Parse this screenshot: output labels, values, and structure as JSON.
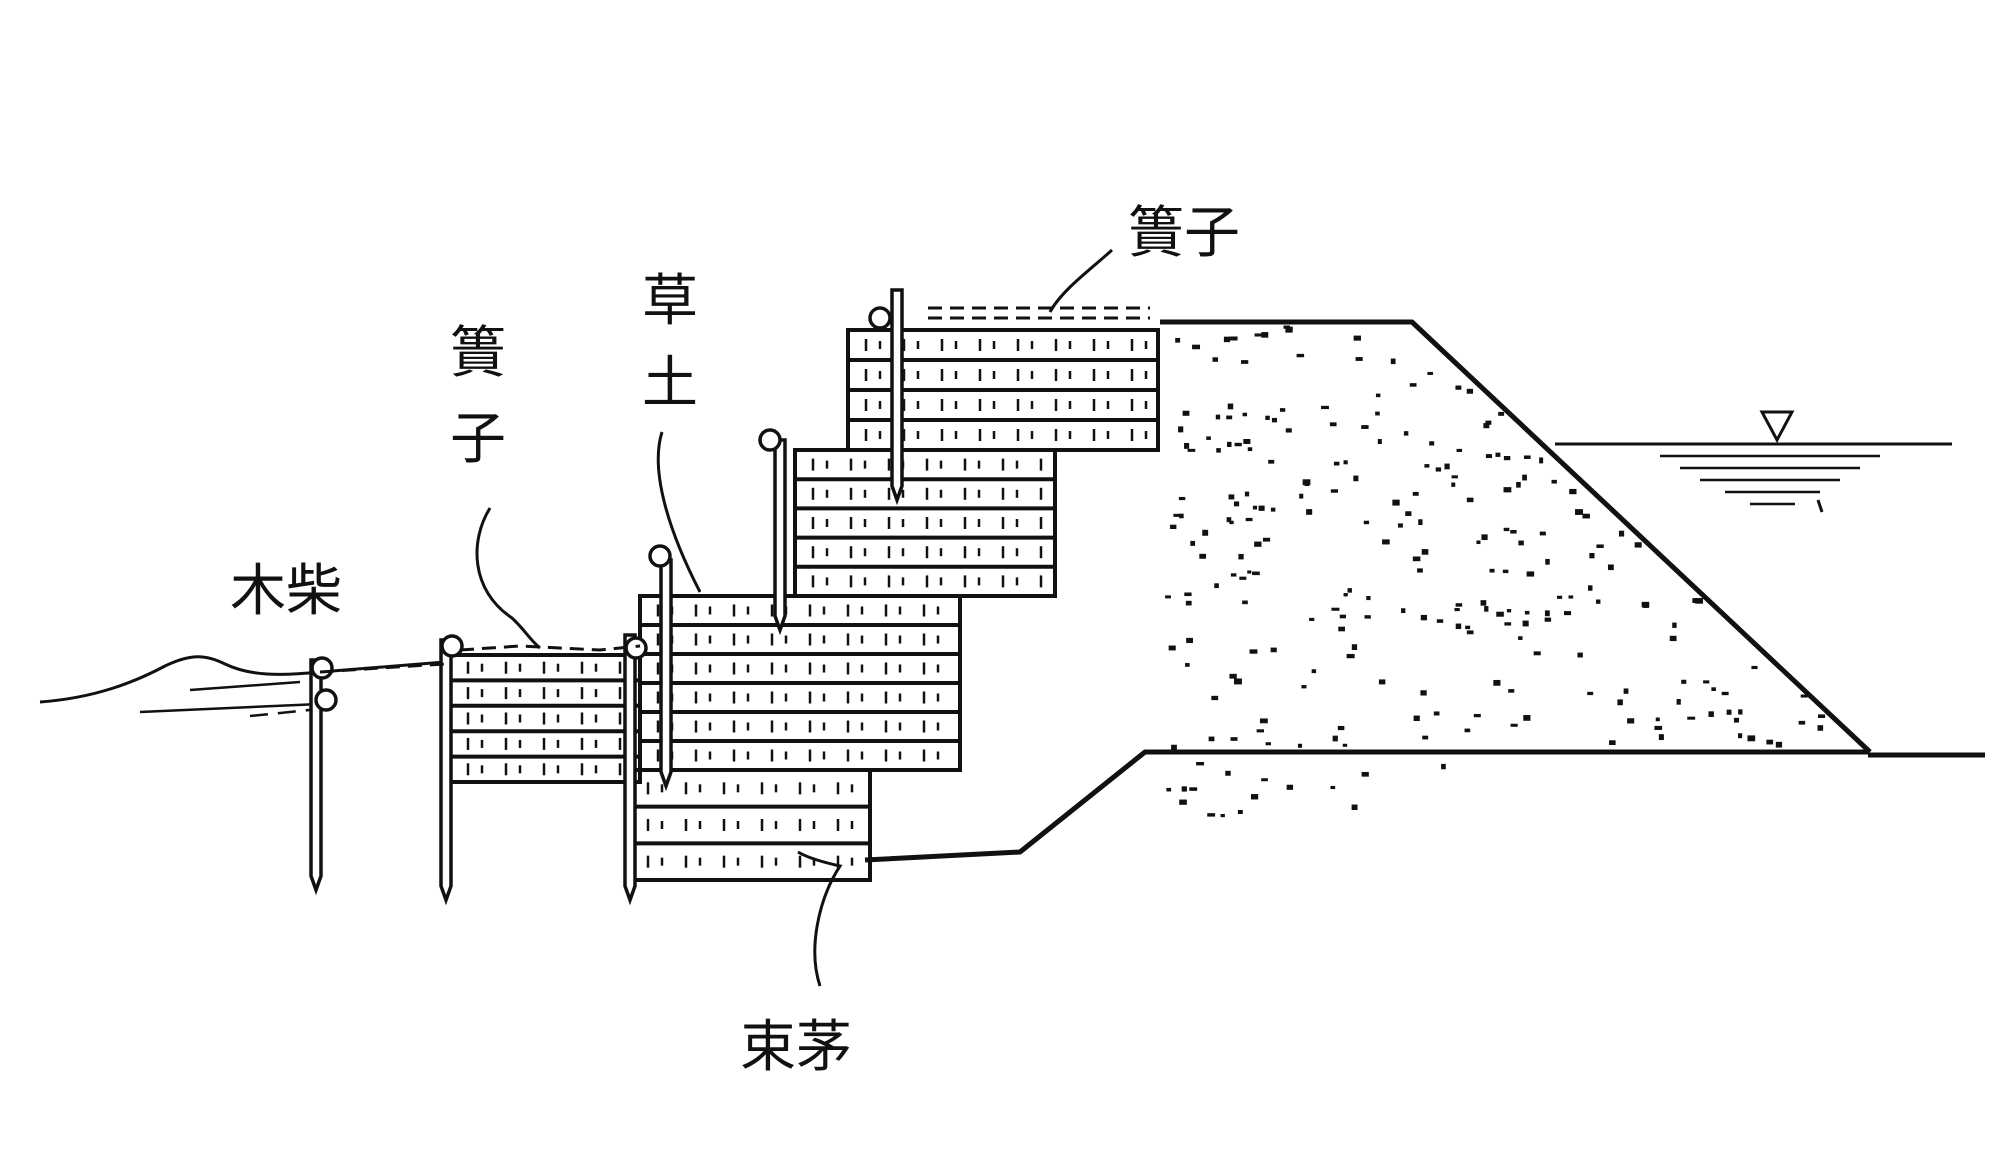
{
  "diagram": {
    "labels": {
      "top_right_label": "簣子",
      "cao_char": "草",
      "tu_char": "土",
      "left_vertical_kui": "簣",
      "left_vertical_zi": "子",
      "wood_label": "木柴",
      "bottom_label": "束茅"
    },
    "colors": {
      "ink": "#111111",
      "background": "#ffffff"
    },
    "icons": [
      "water-level-icon"
    ]
  }
}
